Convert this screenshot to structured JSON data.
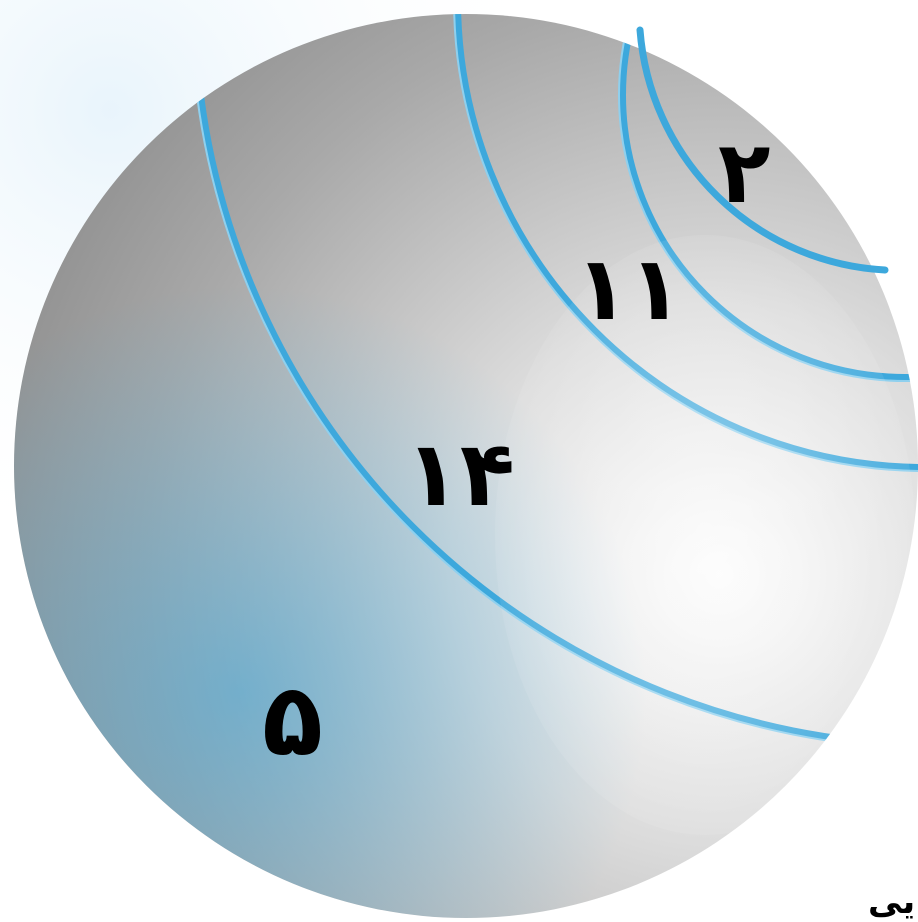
{
  "rings": [
    {
      "label": "۵"
    },
    {
      "label": "۱۴"
    },
    {
      "label": "۱۱"
    },
    {
      "label": "۲"
    }
  ],
  "caption": "ایی",
  "colors": {
    "sphere_light": "#f2f2f2",
    "sphere_dark": "#8f8f8f",
    "arc_blue": "#3da8dc",
    "glow_blue": "#8fd0ee",
    "text": "#000000"
  }
}
